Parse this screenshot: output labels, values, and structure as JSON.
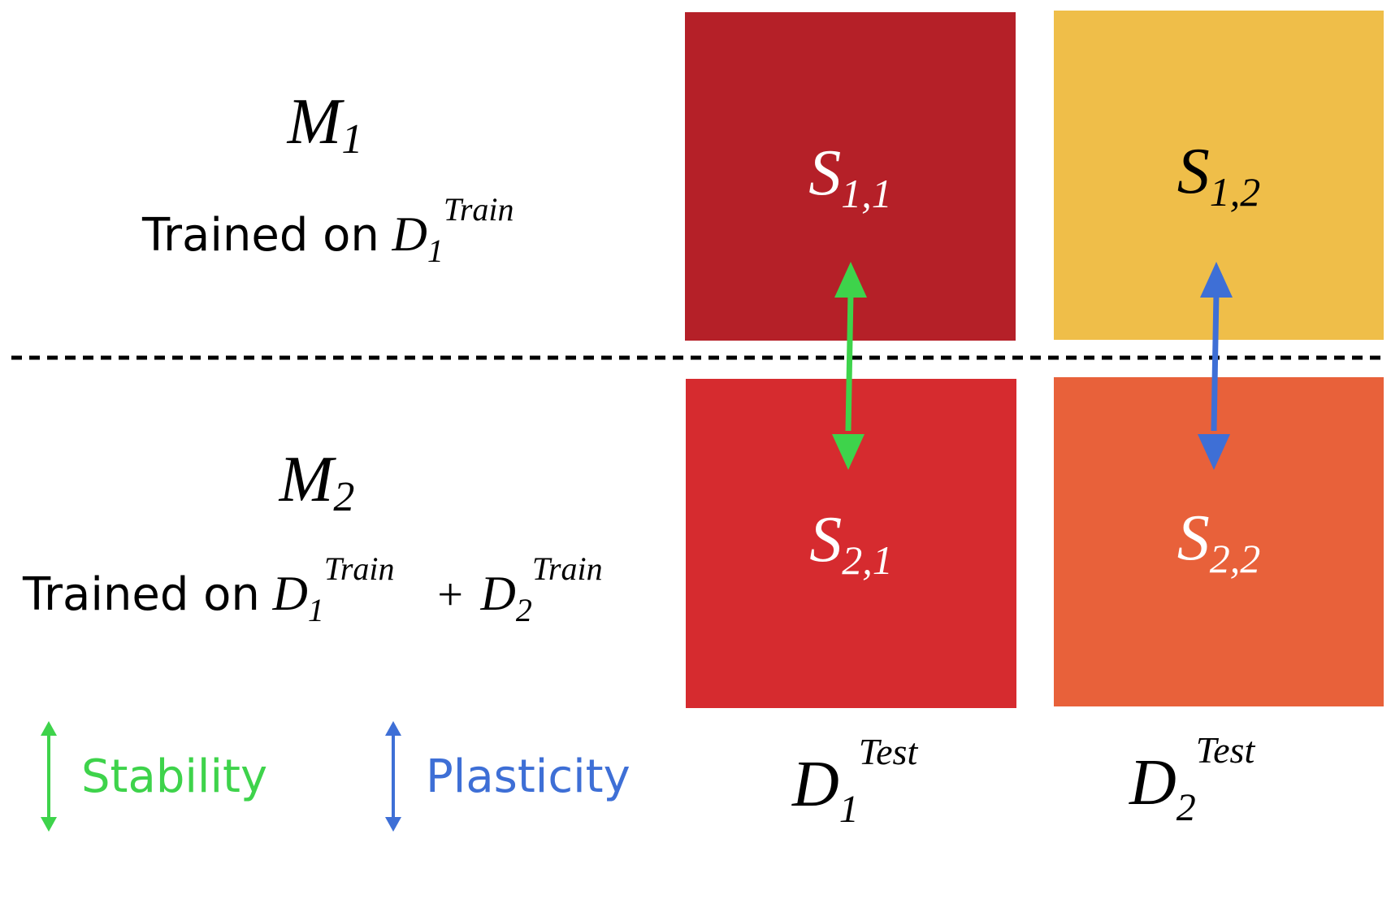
{
  "rows": [
    {
      "model": "M",
      "model_index": "1",
      "trained_prefix": "Trained on",
      "terms": [
        {
          "base": "D",
          "sub": "1",
          "sup": "Train"
        }
      ]
    },
    {
      "model": "M",
      "model_index": "2",
      "trained_prefix": "Trained on",
      "plus": "+",
      "terms": [
        {
          "base": "D",
          "sub": "1",
          "sup": "Train"
        },
        {
          "base": "D",
          "sub": "2",
          "sup": "Train"
        }
      ]
    }
  ],
  "scores": [
    {
      "base": "S",
      "sub": "1,1",
      "fill": "#B52028",
      "text_color": "#ffffff"
    },
    {
      "base": "S",
      "sub": "1,2",
      "fill": "#EFBE49",
      "text_color": "#000000"
    },
    {
      "base": "S",
      "sub": "2,1",
      "fill": "#D62B2F",
      "text_color": "#ffffff"
    },
    {
      "base": "S",
      "sub": "2,2",
      "fill": "#E8613A",
      "text_color": "#ffffff"
    }
  ],
  "test_sets": [
    {
      "base": "D",
      "sub": "1",
      "sup": "Test"
    },
    {
      "base": "D",
      "sub": "2",
      "sup": "Test"
    }
  ],
  "legend": {
    "stability": {
      "label": "Stability",
      "color": "#3ED34B"
    },
    "plasticity": {
      "label": "Plasticity",
      "color": "#3E6FD6"
    }
  }
}
